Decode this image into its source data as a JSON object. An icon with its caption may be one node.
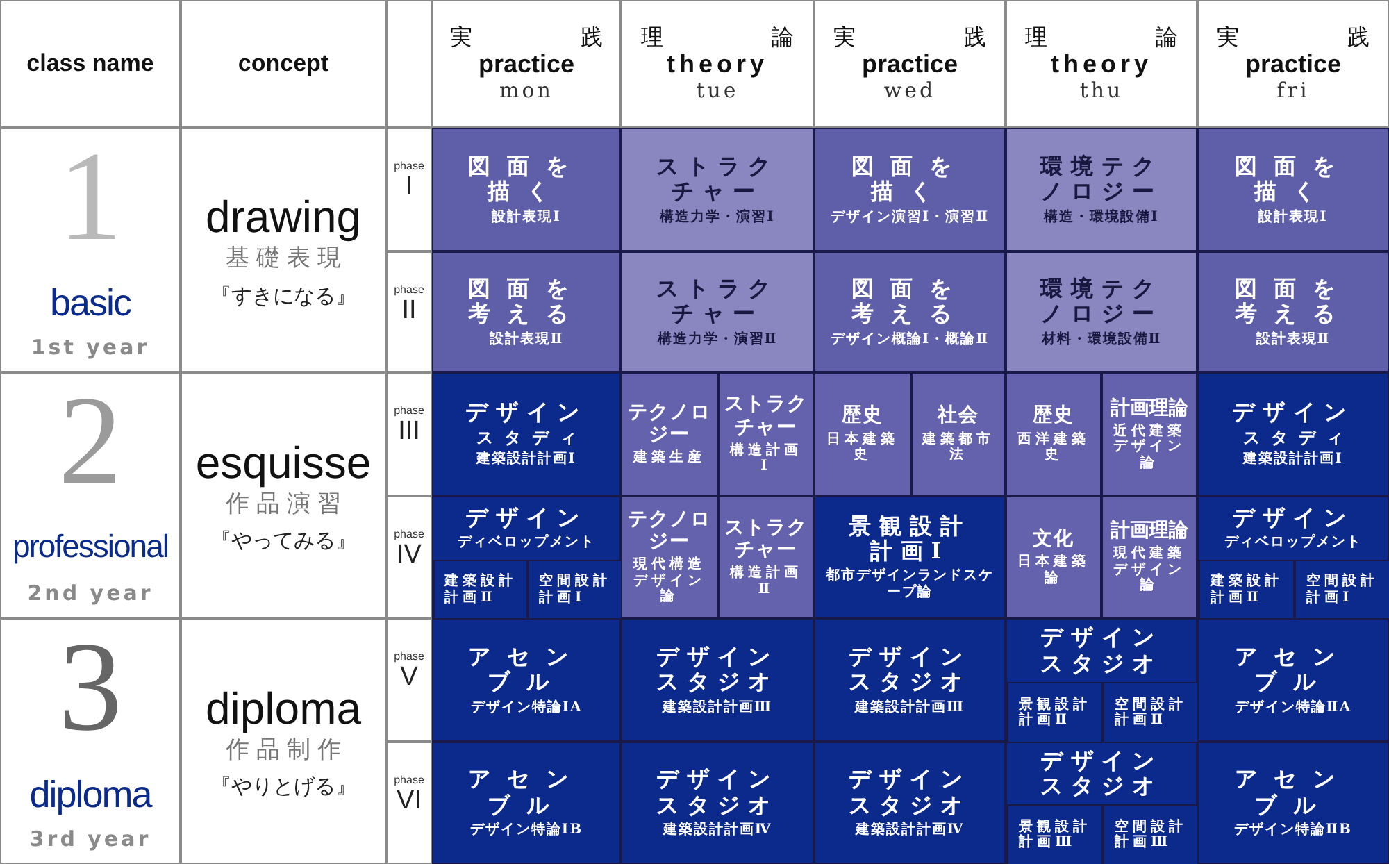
{
  "diagram": {
    "nodes": [
      {
        "text": [
          "class name"
        ]
      },
      {
        "text": [
          "concept"
        ]
      },
      {
        "text": [],
        "shape": "box"
      },
      {
        "text": [
          "実践",
          "practice",
          "mon"
        ]
      },
      {
        "text": [
          "理論",
          "theory",
          "tue"
        ]
      },
      {
        "text": [
          "実践",
          "practice",
          "wed"
        ]
      },
      {
        "text": [
          "理論",
          "theory",
          "thu"
        ]
      },
      {
        "text": [
          "実践",
          "practice",
          "fri"
        ]
      },
      {
        "text": [
          "1",
          "basic",
          "1st year"
        ]
      },
      {
        "text": [
          "drawing",
          "基礎表現",
          "『すきになる』"
        ]
      },
      {
        "text": [
          "phase",
          "I"
        ]
      },
      {
        "text": [
          "図面を描く",
          "設計表現Ⅰ"
        ]
      },
      {
        "text": [
          "ストラクチャー",
          "構造力学・演習Ⅰ"
        ]
      },
      {
        "text": [
          "図面を描く",
          "デザイン演習Ⅰ・演習Ⅱ"
        ]
      },
      {
        "text": [
          "環境テクノロジー",
          "構造・環境設備Ⅰ"
        ]
      },
      {
        "text": [
          "図面を描く",
          "設計表現Ⅰ"
        ]
      },
      {
        "text": [
          "phase",
          "II"
        ]
      },
      {
        "text": [
          "図面を考える",
          "設計表現Ⅱ"
        ]
      },
      {
        "text": [
          "ストラクチャー",
          "構造力学・演習Ⅱ"
        ]
      },
      {
        "text": [
          "図面を考える",
          "デザイン概論Ⅰ・概論Ⅱ"
        ]
      },
      {
        "text": [
          "環境テクノロジー",
          "材料・環境設備Ⅱ"
        ]
      },
      {
        "text": [
          "図面を考える",
          "設計表現Ⅱ"
        ]
      },
      {
        "text": [
          "2",
          "professional",
          "2nd year"
        ]
      },
      {
        "text": [
          "esquisse",
          "作品演習",
          "『やってみる』"
        ]
      },
      {
        "text": [
          "phase",
          "III"
        ]
      },
      {
        "text": [
          "デザイン",
          "スタディ",
          "建築設計計画Ⅰ"
        ]
      },
      {
        "text": [
          "テクノロジー",
          "建築生産"
        ]
      },
      {
        "text": [
          "ストラクチャー",
          "構造計画Ⅰ"
        ]
      },
      {
        "text": [
          "歴史",
          "日本建築史"
        ]
      },
      {
        "text": [
          "社会",
          "建築都市法"
        ]
      },
      {
        "text": [
          "歴史",
          "西洋建築史"
        ]
      },
      {
        "text": [
          "計画理論",
          "近代建築デザイン論"
        ]
      },
      {
        "text": [
          "デザイン",
          "スタディ",
          "建築設計計画Ⅰ"
        ]
      },
      {
        "text": [
          "phase",
          "IV"
        ]
      },
      {
        "text": [
          "デザイン",
          "ディベロップメント"
        ]
      },
      {
        "text": [
          "建築設計計画Ⅱ"
        ],
        "in": 34
      },
      {
        "text": [
          "空間設計計画Ⅰ"
        ],
        "in": 34
      },
      {
        "text": [
          "テクノロジー",
          "現代構造デザイン論"
        ]
      },
      {
        "text": [
          "ストラクチャー",
          "構造計画Ⅱ"
        ]
      },
      {
        "text": [
          "景観設計計画Ⅰ",
          "都市デザインランドスケープ論"
        ]
      },
      {
        "text": [
          "文化",
          "日本建築論"
        ]
      },
      {
        "text": [
          "計画理論",
          "現代建築デザイン論"
        ]
      },
      {
        "text": [
          "デザイン",
          "ディベロップメント"
        ]
      },
      {
        "text": [
          "建築設計計画Ⅱ"
        ],
        "in": 42
      },
      {
        "text": [
          "空間設計計画Ⅰ"
        ],
        "in": 42
      },
      {
        "text": [
          "3",
          "diploma",
          "3rd year"
        ]
      },
      {
        "text": [
          "diploma",
          "作品制作",
          "『やりとげる』"
        ]
      },
      {
        "text": [
          "phase",
          "V"
        ]
      },
      {
        "text": [
          "アセンブル",
          "デザイン特論ⅠA"
        ]
      },
      {
        "text": [
          "デザインスタジオ",
          "建築設計計画Ⅲ"
        ]
      },
      {
        "text": [
          "デザインスタジオ",
          "建築設計計画Ⅲ"
        ]
      },
      {
        "text": [
          "デザインスタジオ"
        ]
      },
      {
        "text": [
          "景観設計計画Ⅱ"
        ],
        "in": 51
      },
      {
        "text": [
          "空間設計計画Ⅱ"
        ],
        "in": 51
      },
      {
        "text": [
          "アセンブル",
          "デザイン特論ⅡA"
        ]
      },
      {
        "text": [
          "phase",
          "VI"
        ]
      },
      {
        "text": [
          "アセンブル",
          "デザイン特論ⅠB"
        ]
      },
      {
        "text": [
          "デザインスタジオ",
          "建築設計計画Ⅳ"
        ]
      },
      {
        "text": [
          "デザインスタジオ",
          "建築設計計画Ⅳ"
        ]
      },
      {
        "text": [
          "デザインスタジオ"
        ]
      },
      {
        "text": [
          "景観設計計画Ⅲ"
        ],
        "in": 59
      },
      {
        "text": [
          "空間設計計画Ⅲ"
        ],
        "in": 59
      },
      {
        "text": [
          "アセンブル",
          "デザイン特論ⅡB"
        ]
      }
    ]
  }
}
